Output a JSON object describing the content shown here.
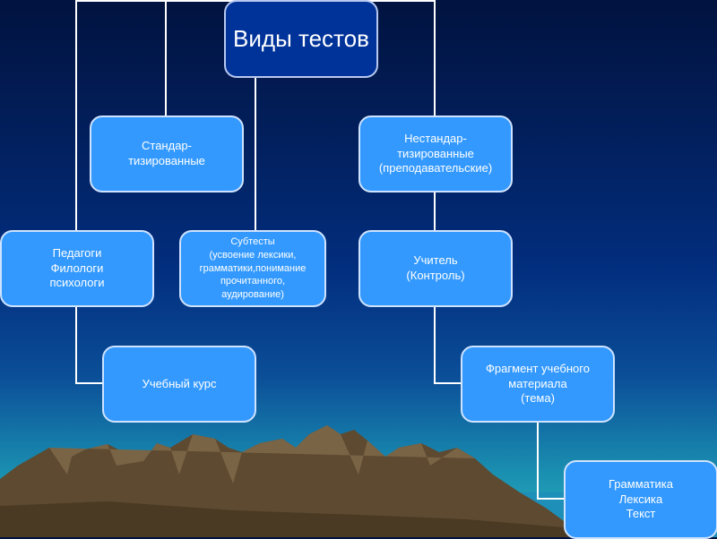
{
  "diagram": {
    "root": "Виды тестов",
    "standard": "Стандар-\nтизированные",
    "nonstandard": "Нестандар-\nтизированные\n(преподавательские)",
    "authors": "Педагоги\nФилологи\nпсихологи",
    "subtests": "Субтесты\n(усвоение лексики,\nграмматики,понимание\nпрочитанного,\nаудирование)",
    "teacher": "Учитель\n(Контроль)",
    "course": "Учебный курс",
    "fragment": "Фрагмент учебного\nматериала\n(тема)",
    "content": "Грамматика\nЛексика\nТекст"
  },
  "colors": {
    "box": "#3399ff",
    "root_box": "#003399",
    "mountain": "#6b5538"
  }
}
